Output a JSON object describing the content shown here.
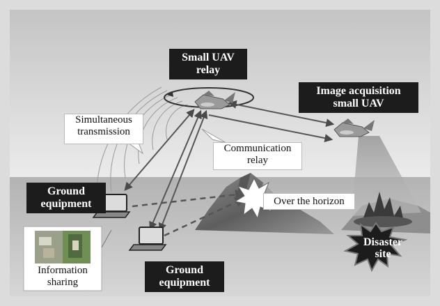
{
  "labels": {
    "relay_uav": "Small UAV\nrelay",
    "image_uav": "Image acquisition\nsmall UAV",
    "simultaneous": "Simultaneous\ntransmission",
    "comm_relay": "Communication\nrelay",
    "over_horizon": "Over the horizon",
    "ground_left": "Ground\nequipment",
    "ground_bottom": "Ground\nequipment",
    "info_sharing": "Information\nsharing",
    "disaster": "Disaster\nsite"
  },
  "colors": {
    "frame": "#d9d9d9",
    "sky_top": "#c9c9c9",
    "sky_bottom": "#f4f4f4",
    "ground": "#c2c2c2",
    "dark_box": "#1c1c1c",
    "link": "#555555"
  },
  "icons": [
    "uav-icon",
    "laptop-icon",
    "mountain-icon",
    "fire-icon",
    "burst-icon",
    "photo-thumbnail-icon"
  ]
}
